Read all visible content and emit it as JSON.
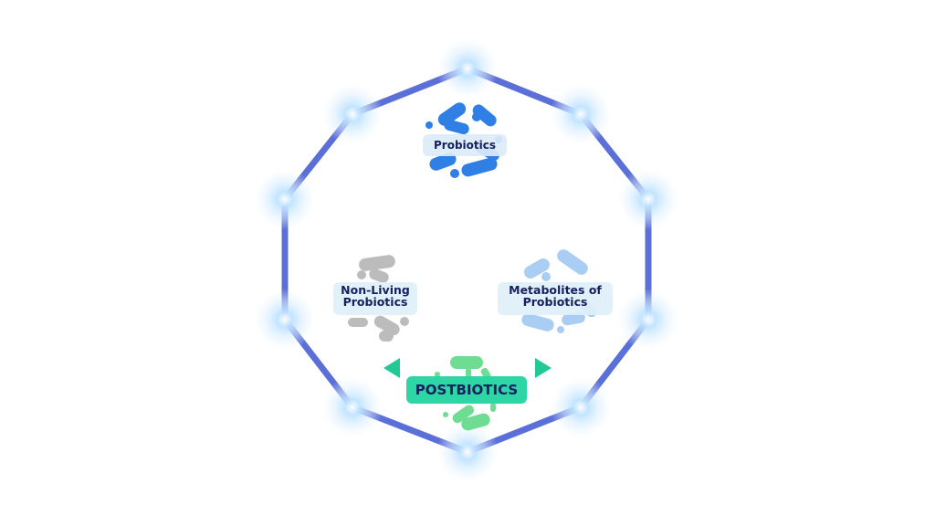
{
  "nodes": {
    "probiotics": {
      "label": "Probiotics",
      "color": "#2f7fe4"
    },
    "non_living": {
      "line1": "Non-Living",
      "line2": "Probiotics",
      "color": "#b9b9b9"
    },
    "metabolites": {
      "line1": "Metabolites of",
      "line2": "Probiotics",
      "color": "#a9cdf3"
    },
    "postbiotics": {
      "label": "POSTBIOTICS",
      "color": "#2ed6a6",
      "cluster_color": "#6fdc93"
    }
  },
  "colors": {
    "frame": "#5b6fd8",
    "glow": "#9fd3ff",
    "arrow": "#20c996",
    "text": "#17205e"
  }
}
